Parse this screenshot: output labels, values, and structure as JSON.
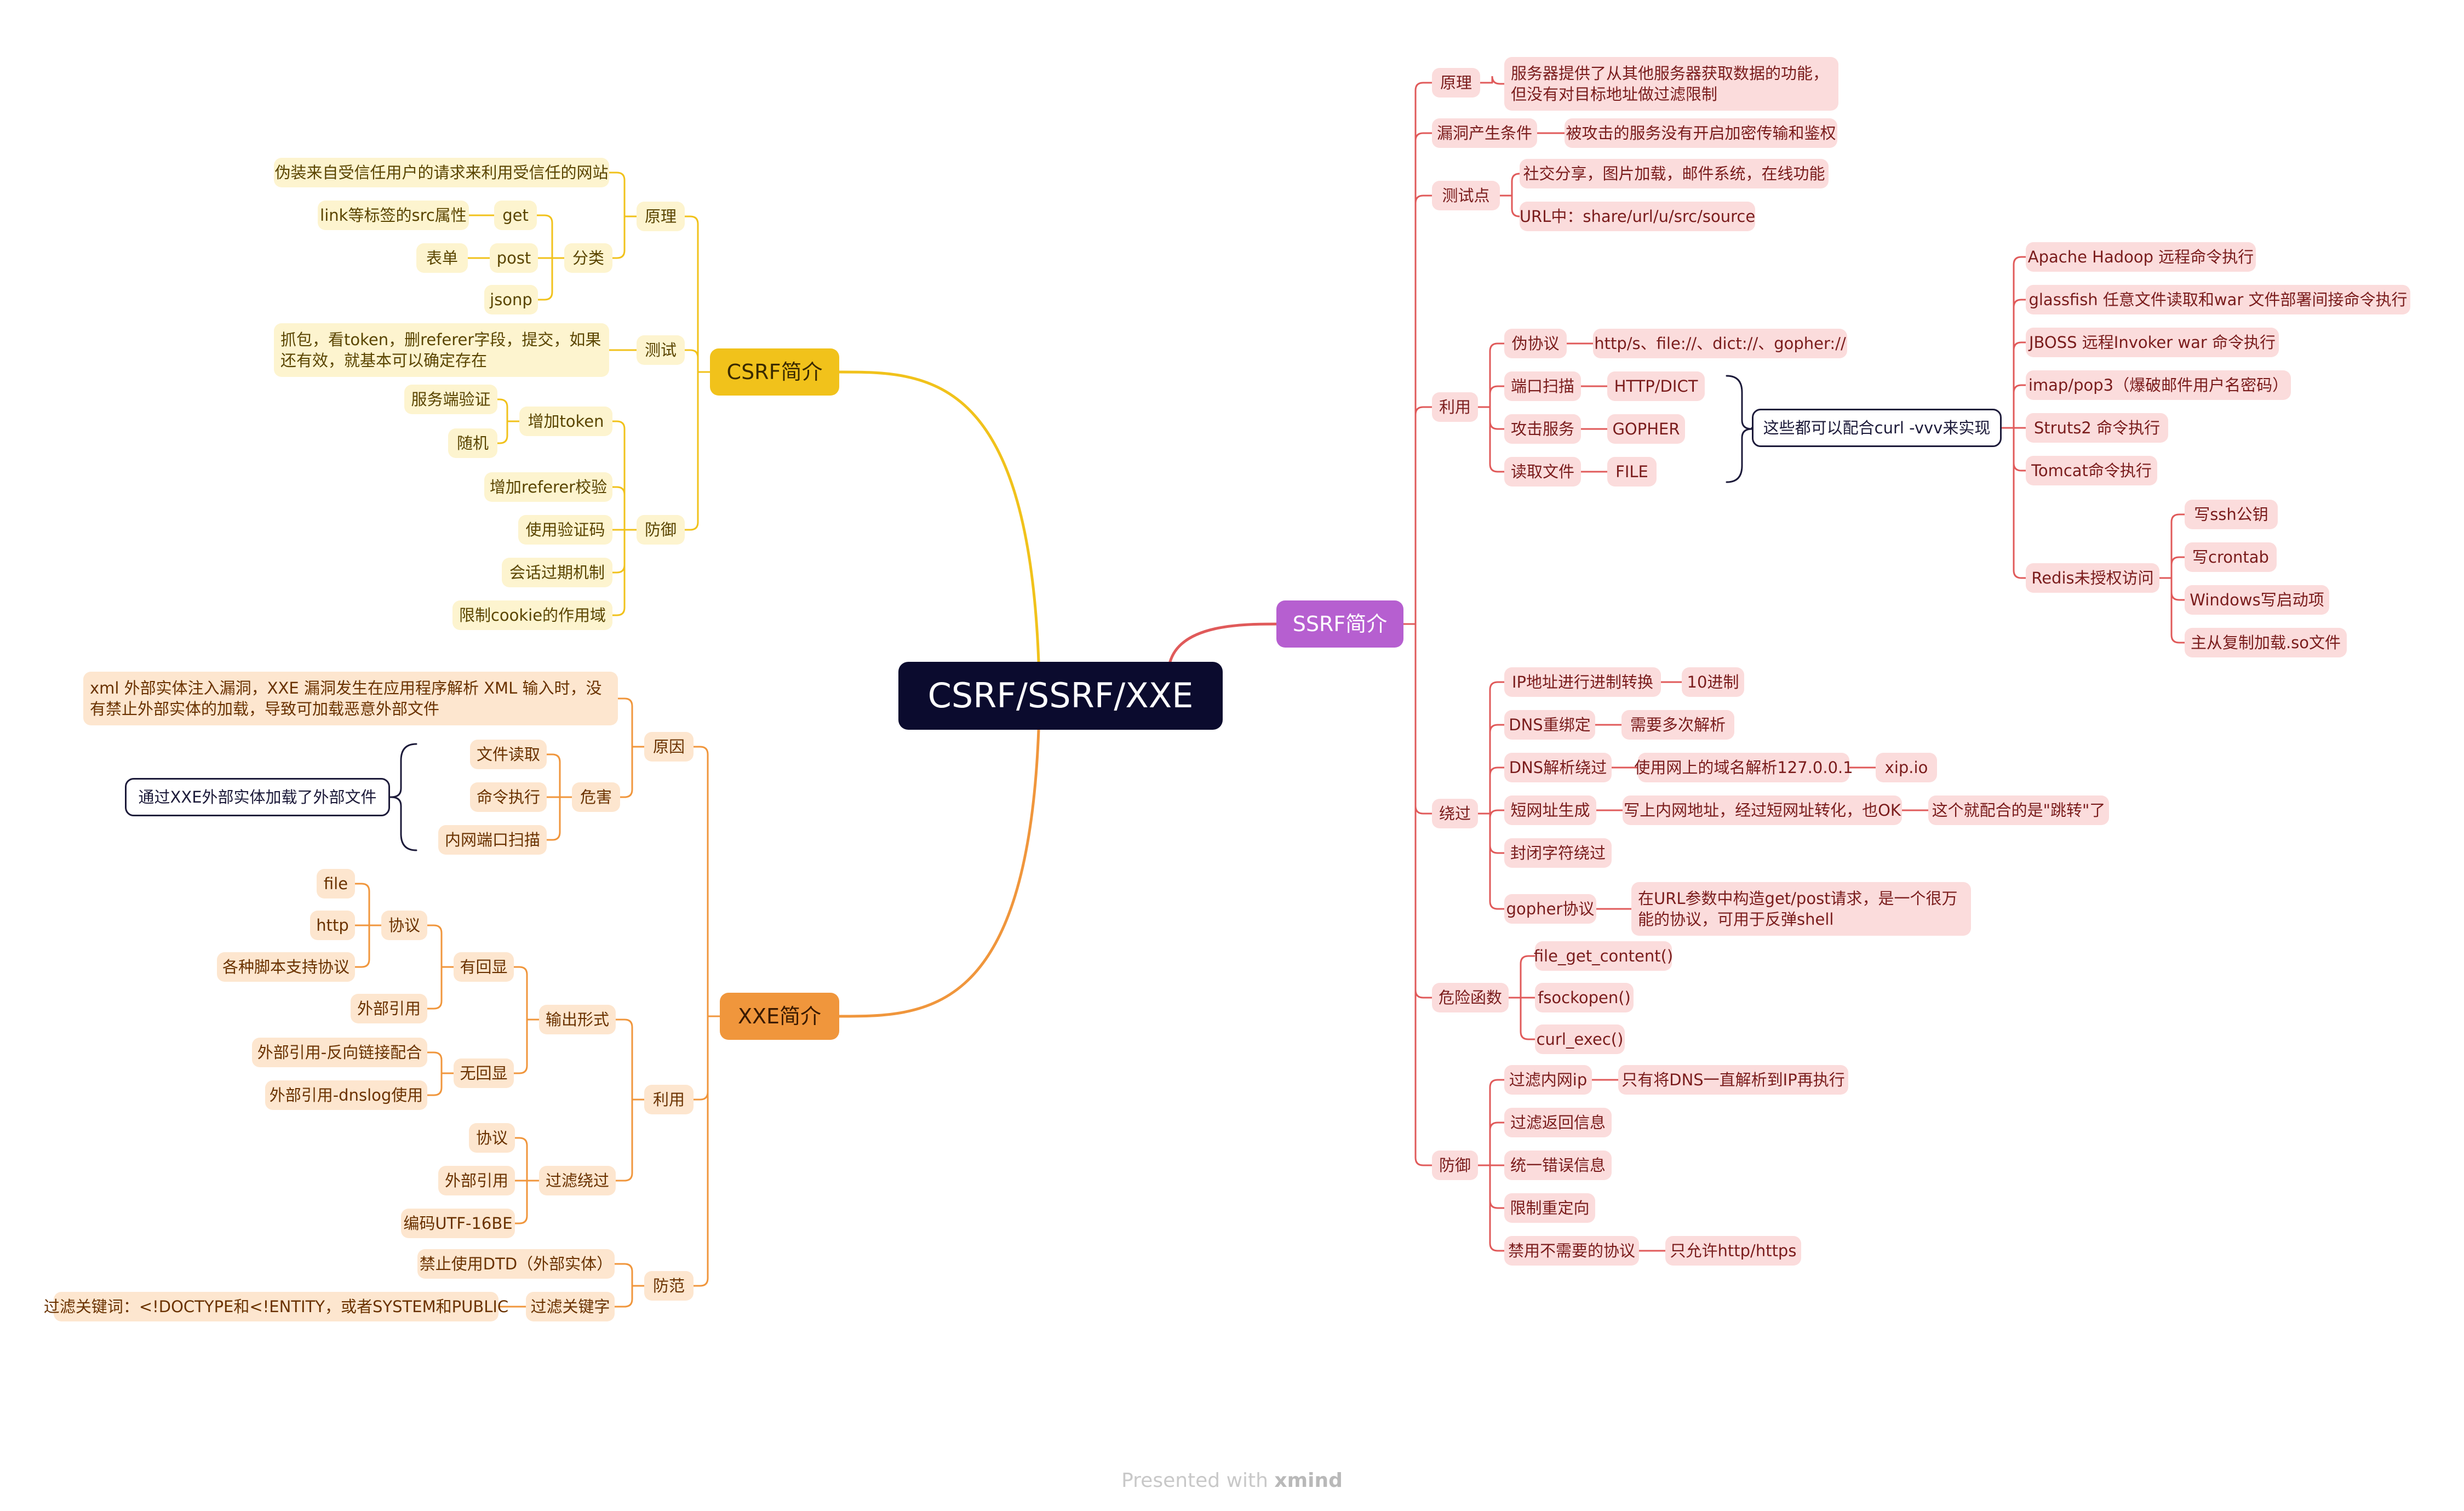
{
  "central": "CSRF/SSRF/XXE",
  "csrf": {
    "title": "CSRF简介",
    "principle": "原理",
    "principle_desc": "伪装来自受信任用户的请求来利用受信任的网站",
    "classify": "分类",
    "get": "get",
    "get_desc": "link等标签的src属性",
    "post": "post",
    "post_desc": "表单",
    "jsonp": "jsonp",
    "test": "测试",
    "test_desc": "抓包，看token，删referer字段，提交，如果还有效，就基本可以确定存在",
    "defense": "防御",
    "add_token": "增加token",
    "server_verify": "服务端验证",
    "random": "随机",
    "referer": "增加referer校验",
    "captcha": "使用验证码",
    "session": "会话过期机制",
    "cookie": "限制cookie的作用域"
  },
  "ssrf": {
    "title": "SSRF简介",
    "principle": "原理",
    "principle_desc": "服务器提供了从其他服务器获取数据的功能，但没有对目标地址做过滤限制",
    "condition": "漏洞产生条件",
    "condition_desc": "被攻击的服务没有开启加密传输和鉴权",
    "testpoint": "测试点",
    "tp1": "社交分享，图片加载，邮件系统，在线功能",
    "tp2": "URL中：share/url/u/src/source",
    "use": "利用",
    "pseudo": "伪协议",
    "pseudo_desc": "http/s、file://、dict://、gopher://",
    "portscan": "端口扫描",
    "portscan_desc": "HTTP/DICT",
    "attack": "攻击服务",
    "attack_desc": "GOPHER",
    "readfile": "读取文件",
    "readfile_desc": "FILE",
    "curl_summary": "这些都可以配合curl -vvv来实现",
    "svc1": "Apache Hadoop 远程命令执行",
    "svc2": "glassfish 任意文件读取和war 文件部署间接命令执行",
    "svc3": "JBOSS 远程Invoker war 命令执行",
    "svc4": "imap/pop3（爆破邮件用户名密码）",
    "svc5": "Struts2 命令执行",
    "svc6": "Tomcat命令执行",
    "redis": "Redis未授权访问",
    "redis1": "写ssh公钥",
    "redis2": "写crontab",
    "redis3": "Windows写启动项",
    "redis4": "主从复制加载.so文件",
    "bypass": "绕过",
    "b1": "IP地址进行进制转换",
    "b1_desc": "10进制",
    "b2": "DNS重绑定",
    "b2_desc": "需要多次解析",
    "b3": "DNS解析绕过",
    "b3_desc": "使用网上的域名解析127.0.0.1",
    "b3_desc2": "xip.io",
    "b4": "短网址生成",
    "b4_desc": "写上内网地址，经过短网址转化，也OK",
    "b4_desc2": "这个就配合的是\"跳转\"了",
    "b5": "封闭字符绕过",
    "b6": "gopher协议",
    "b6_desc": "在URL参数中构造get/post请求，是一个很万能的协议，可用于反弹shell",
    "danger": "危险函数",
    "f1": "file_get_content()",
    "f2": "fsockopen()",
    "f3": "curl_exec()",
    "defense": "防御",
    "d1": "过滤内网ip",
    "d1_desc": "只有将DNS一直解析到IP再执行",
    "d2": "过滤返回信息",
    "d3": "统一错误信息",
    "d4": "限制重定向",
    "d5": "禁用不需要的协议",
    "d5_desc": "只允许http/https"
  },
  "xxe": {
    "title": "XXE简介",
    "reason": "原因",
    "reason_desc": "xml 外部实体注入漏洞，XXE 漏洞发生在应用程序解析 XML 输入时，没有禁止外部实体的加载，导致可加载恶意外部文件",
    "harm": "危害",
    "h1": "文件读取",
    "h2": "命令执行",
    "h3": "内网端口扫描",
    "harm_summary": "通过XXE外部实体加载了外部文件",
    "use": "利用",
    "output": "输出形式",
    "echo": "有回显",
    "proto": "协议",
    "file": "file",
    "http": "http",
    "scripts": "各种脚本支持协议",
    "ext_ref": "外部引用",
    "noecho": "无回显",
    "ne1": "外部引用-反向链接配合",
    "ne2": "外部引用-dnslog使用",
    "filterbypass": "过滤绕过",
    "fb1": "协议",
    "fb2": "外部引用",
    "fb3": "编码UTF-16BE",
    "prevent": "防范",
    "p1": "禁止使用DTD（外部实体）",
    "p2": "过滤关键字",
    "p2_desc": "过滤关键词：<!DOCTYPE和<!ENTITY，或者SYSTEM和PUBLIC"
  },
  "footer": {
    "prefix": "Presented with",
    "brand": "xmind"
  },
  "colors": {
    "central_bg": "#0b0b2e",
    "csrf": "#f1c21b",
    "ssrf": "#b65fd0",
    "xxe": "#f0963c",
    "ssrf_line": "#e05a5a"
  }
}
